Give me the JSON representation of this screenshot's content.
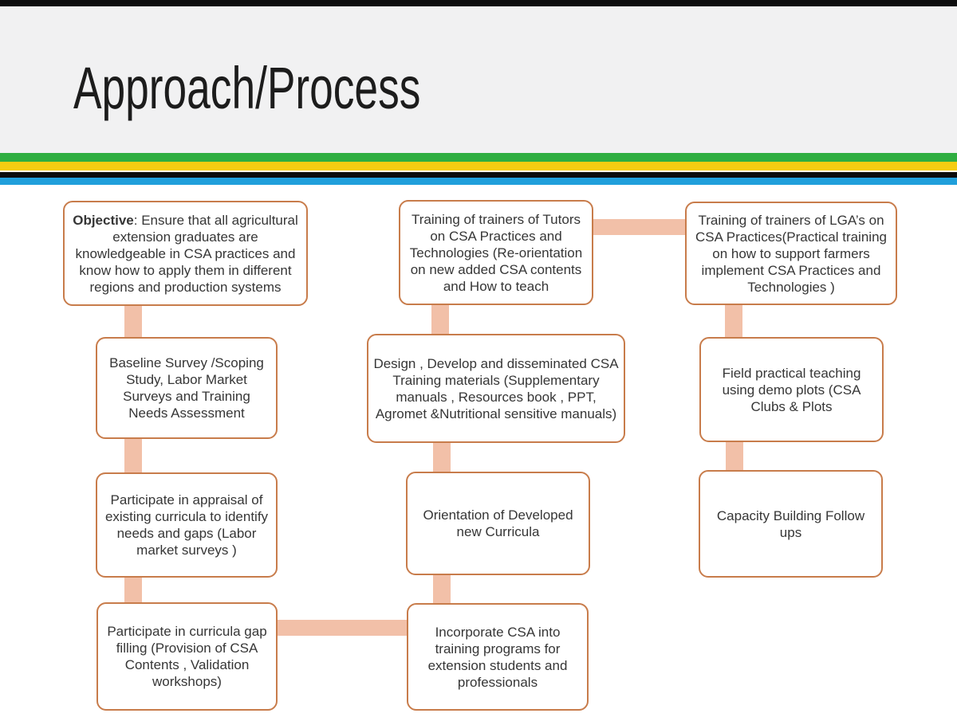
{
  "slide": {
    "title": "Approach/Process"
  },
  "theme": {
    "top-bar": "#0e0e0e",
    "header-bg": "#f1f1f2",
    "title-color": "#1c1c1c",
    "stripe-green": "#2fae41",
    "stripe-yellow": "#f5cd12",
    "stripe-black": "#0c0c0c",
    "stripe-blue": "#209fdb",
    "box-border": "#c87c4b",
    "box-fill": "#ffffff",
    "connector": "#f2c0a8",
    "box-text": "#363636"
  },
  "flowchart": {
    "columns": [
      {
        "name": "column-1",
        "boxes": [
          {
            "bold_prefix": "Objective",
            "text": ": Ensure that all agricultural extension graduates are knowledgeable in CSA practices and know how to apply them in different regions and production systems"
          },
          {
            "text": "Baseline Survey /Scoping Study, Labor  Market Surveys  and Training Needs Assessment"
          },
          {
            "text": "Participate in appraisal of existing curricula to identify needs and gaps (Labor market surveys )"
          },
          {
            "text": "Participate in curricula gap filling (Provision of CSA Contents , Validation workshops)"
          }
        ]
      },
      {
        "name": "column-2",
        "boxes": [
          {
            "text": "Training of trainers of Tutors on CSA Practices and Technologies (Re-orientation on new added CSA contents and  How to teach"
          },
          {
            "text": "Design , Develop and disseminated CSA Training materials (Supplementary manuals , Resources book , PPT, Agromet &Nutritional sensitive manuals)"
          },
          {
            "text": "Orientation of Developed new Curricula"
          },
          {
            "text": "Incorporate CSA into training programs for extension students and professionals"
          }
        ]
      },
      {
        "name": "column-3",
        "boxes": [
          {
            "text": "Training of trainers of LGA’s on CSA Practices(Practical training on how to support farmers implement CSA Practices and  Technologies  )"
          },
          {
            "text": "Field practical teaching using demo plots (CSA Clubs & Plots"
          },
          {
            "text": "Capacity Building Follow ups"
          }
        ]
      }
    ]
  }
}
